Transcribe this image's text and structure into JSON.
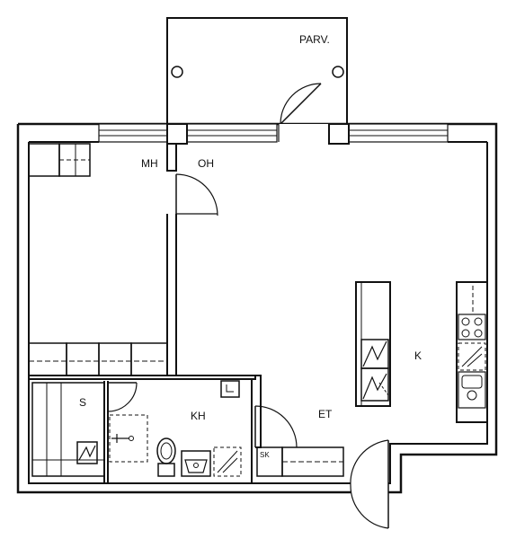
{
  "rooms": {
    "balcony": "PARV.",
    "bedroom": "MH",
    "living": "OH",
    "kitchen": "K",
    "entrance": "ET",
    "bathroom": "KH",
    "sauna": "S"
  },
  "fixtures": {
    "storage_cabinet": "SK"
  }
}
